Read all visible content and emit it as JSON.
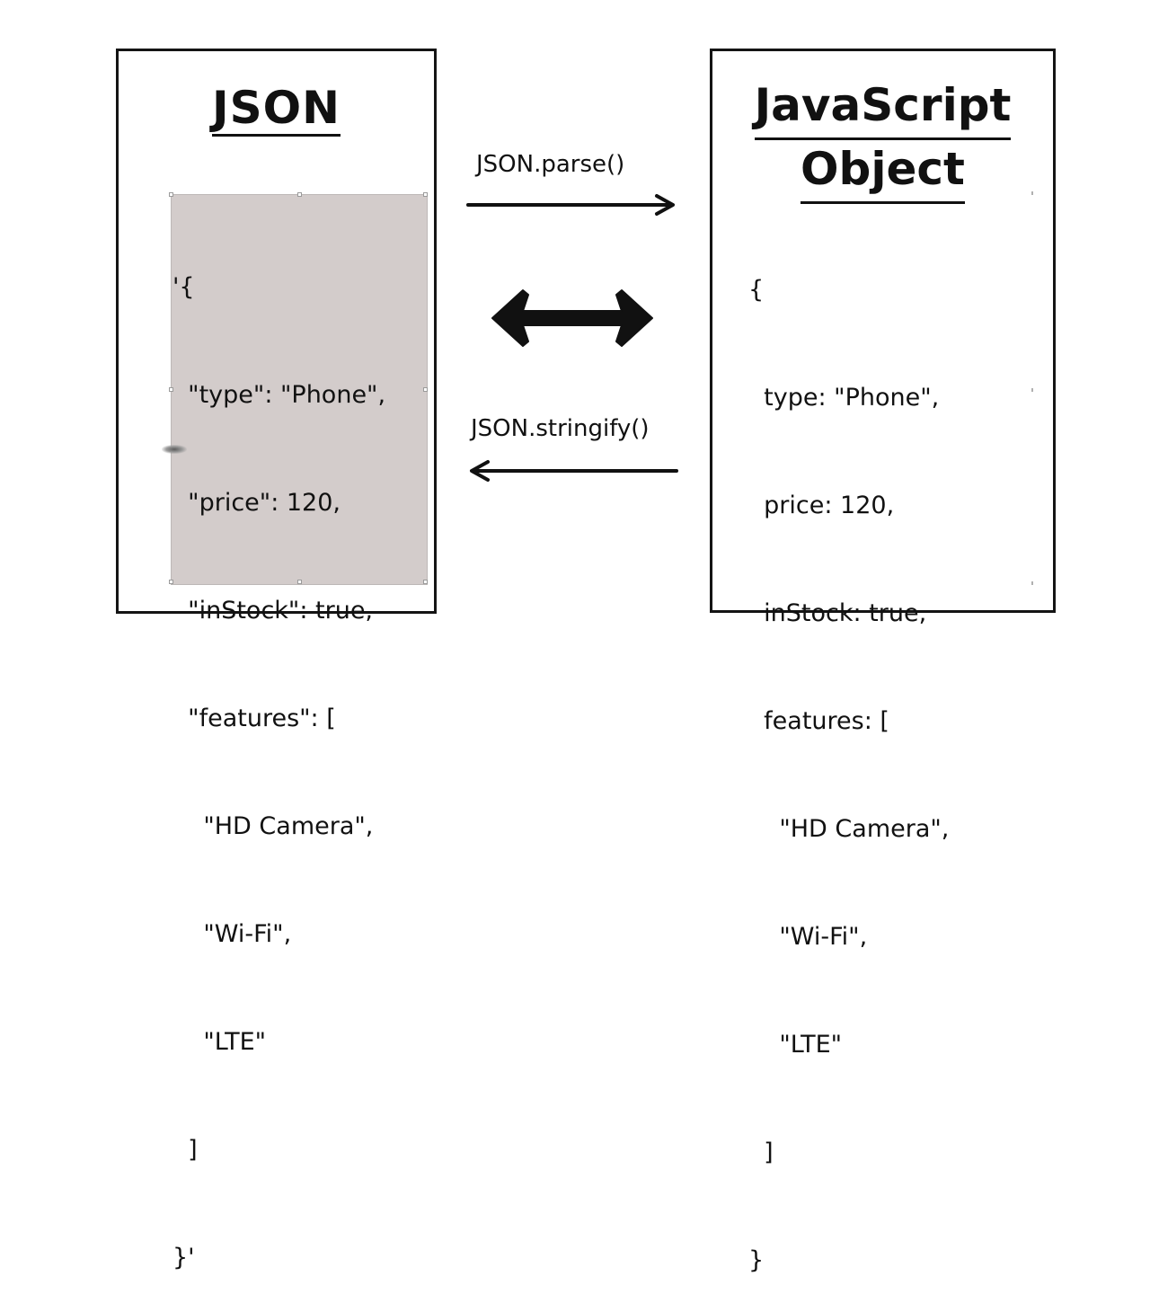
{
  "diagram": {
    "left_panel": {
      "title": "JSON",
      "code_lines": [
        "'{",
        "  \"type\": \"Phone\",",
        "  \"price\": 120,",
        "  \"inStock\": true,",
        "  \"features\": [",
        "    \"HD Camera\",",
        "    \"Wi-Fi\",",
        "    \"LTE\"",
        "  ]",
        "}'"
      ]
    },
    "right_panel": {
      "title_line1": "JavaScript",
      "title_line2": "Object",
      "code_lines": [
        "{",
        "  type: \"Phone\",",
        "  price: 120,",
        "  inStock: true,",
        "  features: [",
        "    \"HD Camera\",",
        "    \"Wi-Fi\",",
        "    \"LTE\"",
        "  ]",
        "}"
      ]
    },
    "parse_label": "JSON.parse()",
    "stringify_label": "JSON.stringify()",
    "colors": {
      "ink": "#111111",
      "code_background": "#d3cccb",
      "page_background": "#ffffff"
    },
    "icons": {
      "parse_arrow": "arrow-right-icon",
      "stringify_arrow": "arrow-left-icon",
      "bidirectional": "double-arrow-icon"
    }
  }
}
